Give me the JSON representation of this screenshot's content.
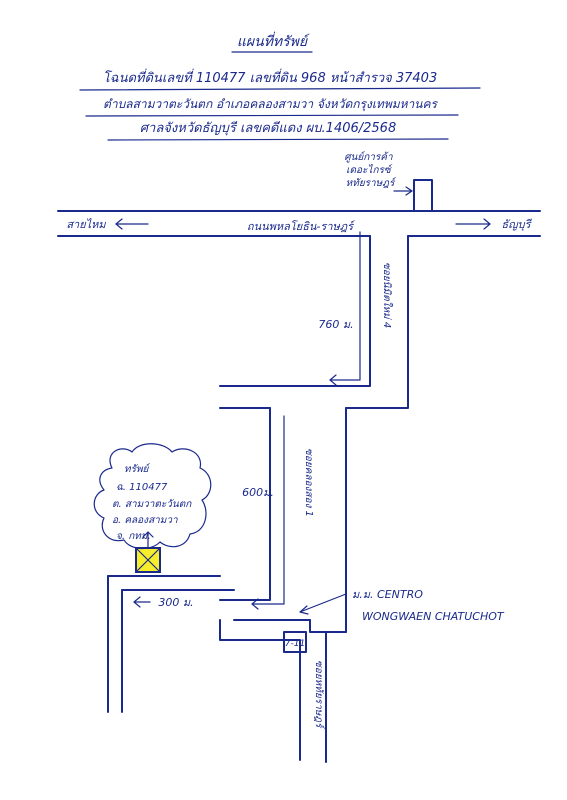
{
  "header": {
    "title": "แผนที่ทรัพย์",
    "line1": "โฉนดที่ดินเลขที่ 110477   เลขที่ดิน 968   หน้าสำรวจ 37403",
    "line2": "ตำบลสามวาตะวันตก  อำเภอคลองสามวา  จังหวัดกรุงเทพมหานคร",
    "line3": "ศาลจังหวัดธัญบุรี  เลขคดีแดง ผบ.1406/2568"
  },
  "map": {
    "label_saimai": "สายไหม",
    "label_main_road": "ถนนพหลโยธิน-ราษฎร์",
    "label_thanyaburi": "ธัญบุรี",
    "label_center": "ศูนย์การค้า\nเดอะไกรซ์\nหทัยราษฎร์",
    "label_soi_a": "ซอยนิมิตใหม่ 4",
    "label_soi_b": "ซอยคลองสอง 1",
    "label_soi_c": "ซอยหทัยราษฎร์",
    "dist_760": "760 ม.",
    "dist_600": "600ม.",
    "dist_300": "300 ม.",
    "label_centro": "ม.ม. CENTRO",
    "label_wongwaen": "WONGWAEN CHATUCHOT",
    "label_711": "7-11",
    "property_lines": [
      "ทรัพย์",
      "ฉ. 110477",
      "ต. สามวาตะวันตก",
      "อ. คลองสามวา",
      "จ. กทม."
    ],
    "colors": {
      "ink": "#1a2a8c",
      "marker_fill": "#f6ee2a"
    }
  }
}
